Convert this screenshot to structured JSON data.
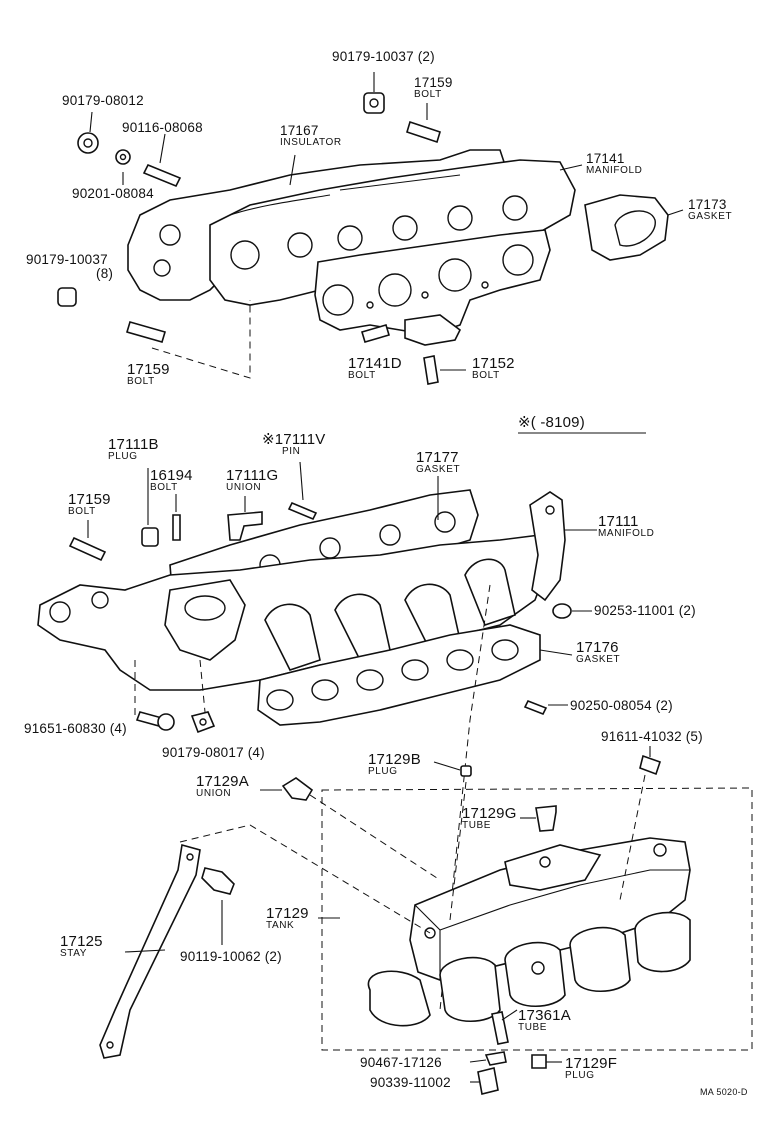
{
  "callouts": [
    {
      "id": "c1",
      "num": "90179-10037 (2)",
      "desc": ""
    },
    {
      "id": "c2",
      "num": "17159",
      "desc": "BOLT"
    },
    {
      "id": "c3",
      "num": "90179-08012",
      "desc": ""
    },
    {
      "id": "c4",
      "num": "90116-08068",
      "desc": ""
    },
    {
      "id": "c5",
      "num": "17167",
      "desc": "INSULATOR"
    },
    {
      "id": "c6",
      "num": "17141",
      "desc": "MANIFOLD"
    },
    {
      "id": "c7",
      "num": "90201-08084",
      "desc": ""
    },
    {
      "id": "c8",
      "num": "17173",
      "desc": "GASKET"
    },
    {
      "id": "c9",
      "num": "90179-10037",
      "desc": "(8)"
    },
    {
      "id": "c10",
      "num": "17159",
      "desc": "BOLT"
    },
    {
      "id": "c11",
      "num": "17141D",
      "desc": "BOLT"
    },
    {
      "id": "c12",
      "num": "17152",
      "desc": "BOLT"
    },
    {
      "id": "c13",
      "num": "17111B",
      "desc": "PLUG"
    },
    {
      "id": "c14",
      "num": "※17111V",
      "desc": "PIN"
    },
    {
      "id": "c15",
      "num": "16194",
      "desc": "BOLT"
    },
    {
      "id": "c16",
      "num": "17111G",
      "desc": "UNION"
    },
    {
      "id": "c17",
      "num": "17177",
      "desc": "GASKET"
    },
    {
      "id": "c18",
      "num": "17159",
      "desc": "BOLT"
    },
    {
      "id": "c19",
      "num": "17111",
      "desc": "MANIFOLD"
    },
    {
      "id": "c20",
      "num": "90253-11001 (2)",
      "desc": ""
    },
    {
      "id": "c21",
      "num": "17176",
      "desc": "GASKET"
    },
    {
      "id": "c22",
      "num": "90250-08054 (2)",
      "desc": ""
    },
    {
      "id": "c23",
      "num": "91651-60830 (4)",
      "desc": ""
    },
    {
      "id": "c24",
      "num": "90179-08017 (4)",
      "desc": ""
    },
    {
      "id": "c25",
      "num": "17129B",
      "desc": "PLUG"
    },
    {
      "id": "c26",
      "num": "91611-41032 (5)",
      "desc": ""
    },
    {
      "id": "c27",
      "num": "17129A",
      "desc": "UNION"
    },
    {
      "id": "c28",
      "num": "17129G",
      "desc": "TUBE"
    },
    {
      "id": "c29",
      "num": "17129",
      "desc": "TANK"
    },
    {
      "id": "c30",
      "num": "17125",
      "desc": "STAY"
    },
    {
      "id": "c31",
      "num": "90119-10062 (2)",
      "desc": ""
    },
    {
      "id": "c32",
      "num": "17361A",
      "desc": "TUBE"
    },
    {
      "id": "c33",
      "num": "90467-17126",
      "desc": ""
    },
    {
      "id": "c34",
      "num": "17129F",
      "desc": "PLUG"
    },
    {
      "id": "c35",
      "num": "90339-11002",
      "desc": ""
    }
  ],
  "note": "※(      -8109)",
  "code": "MA 5020-D"
}
